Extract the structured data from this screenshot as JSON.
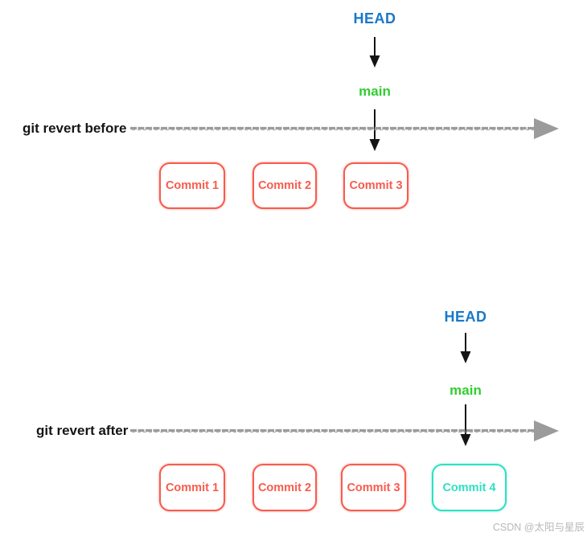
{
  "diagram_title": "git revert before/after diagram",
  "colors": {
    "head_blue": "#1878c8",
    "branch_green": "#32cd32",
    "commit_red": "#f75b4d",
    "commit_cyan": "#2ee0c4",
    "timeline_gray": "#9b9b9b",
    "arrow_black": "#141414",
    "label_black": "#151515",
    "watermark_gray": "#b4b8ba"
  },
  "sections": [
    {
      "label": "git revert before",
      "head_label": "HEAD",
      "branch_label": "main",
      "commits": [
        {
          "label": "Commit 1",
          "color": "red"
        },
        {
          "label": "Commit 2",
          "color": "red"
        },
        {
          "label": "Commit 3",
          "color": "red"
        }
      ]
    },
    {
      "label": "git revert after",
      "head_label": "HEAD",
      "branch_label": "main",
      "commits": [
        {
          "label": "Commit 1",
          "color": "red"
        },
        {
          "label": "Commit 2",
          "color": "red"
        },
        {
          "label": "Commit 3",
          "color": "red"
        },
        {
          "label": "Commit 4",
          "color": "cyan"
        }
      ]
    }
  ],
  "watermark": "CSDN @太阳与星辰"
}
